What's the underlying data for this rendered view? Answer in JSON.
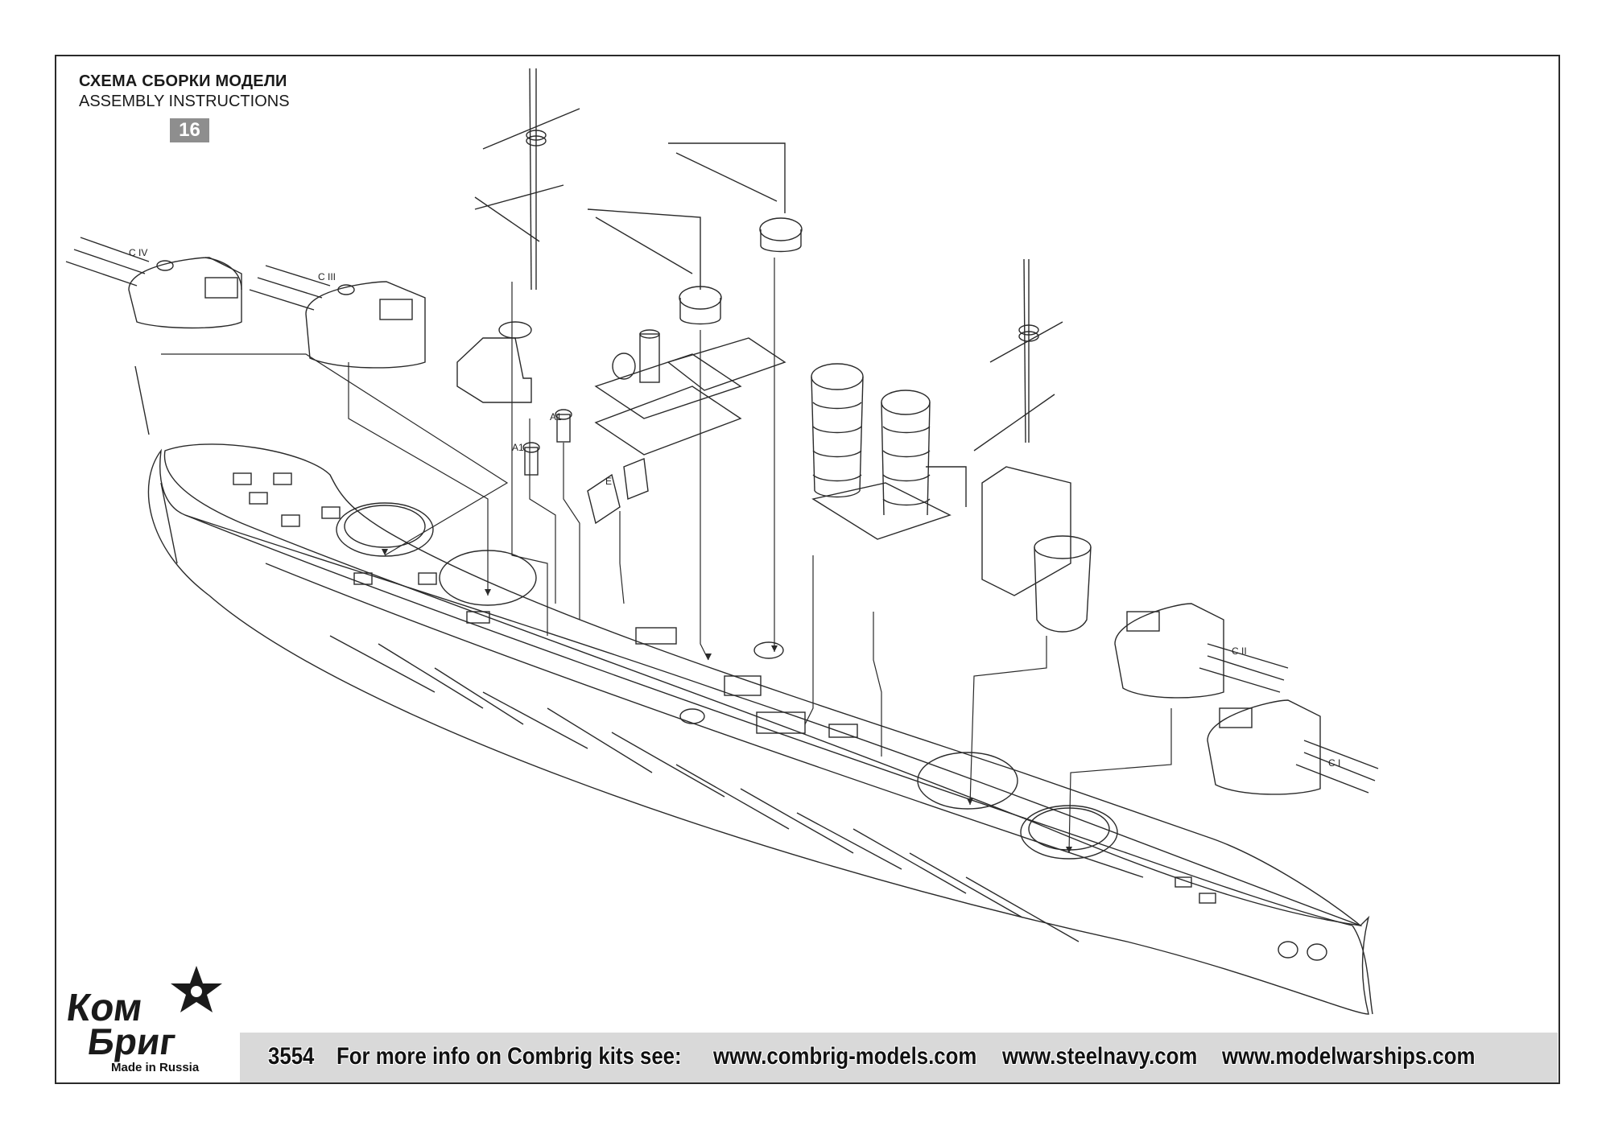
{
  "header": {
    "title_ru": "СХЕМА СБОРКИ МОДЕЛИ",
    "title_en": "ASSEMBLY INSTRUCTIONS",
    "step_number": "16"
  },
  "callouts": {
    "turret_c4": "C IV",
    "turret_c3": "C III",
    "turret_c2": "C II",
    "turret_c1": "C I",
    "part_a1_left": "A1",
    "part_a1_right": "A1",
    "part_e": "E"
  },
  "footer": {
    "kit_number": "3554",
    "info_text": "For more info on Combrig kits see:",
    "link1": "www.combrig-models.com",
    "link2": "www.steelnavy.com",
    "link3": "www.modelwarships.com"
  },
  "logo": {
    "line1": "Ком",
    "line2": "Бриг",
    "made_in": "Made in Russia"
  },
  "colors": {
    "line": "#2a2a2a",
    "footer_bg": "#d9d9d9",
    "badge_bg": "#8e8e8e"
  }
}
